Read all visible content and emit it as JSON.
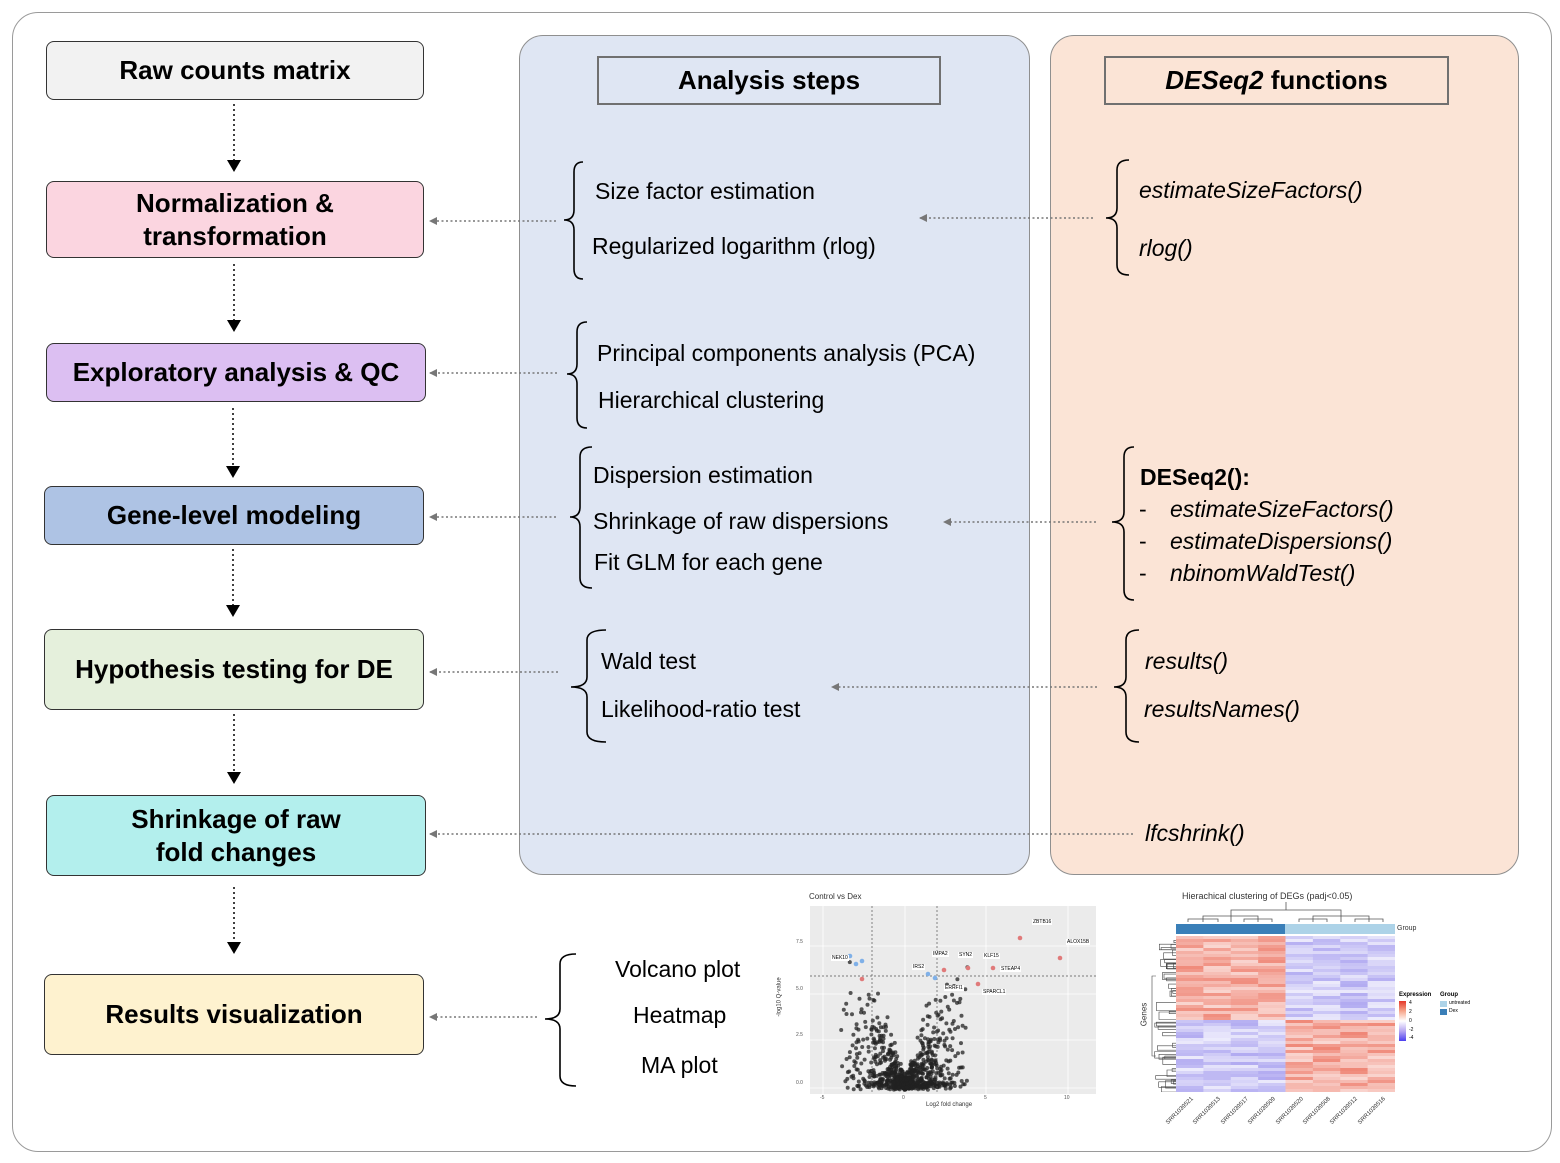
{
  "colors": {
    "raw": "#f2f2f2",
    "normalization": "#fbd5e0",
    "exploratory": "#dcbff2",
    "modeling": "#aec3e4",
    "hypothesis": "#e5f0dc",
    "shrinkage": "#b3efed",
    "results": "#fef2cf",
    "analysis_panel": "#dfe6f3",
    "functions_panel": "#fbe4d6"
  },
  "workflow_steps": [
    {
      "label": "Raw counts matrix"
    },
    {
      "label": "Normalization & transformation"
    },
    {
      "label": "Exploratory analysis & QC"
    },
    {
      "label": "Gene-level modeling"
    },
    {
      "label": "Hypothesis testing for DE"
    },
    {
      "label": "Shrinkage of raw fold changes"
    },
    {
      "label": "Results visualization"
    }
  ],
  "analysis_panel": {
    "title": "Analysis steps",
    "groups": [
      [
        "Size factor estimation",
        "Regularized logarithm (rlog)"
      ],
      [
        "Principal components analysis (PCA)",
        "Hierarchical clustering"
      ],
      [
        "Dispersion estimation",
        "Shrinkage of raw dispersions",
        "Fit GLM for each gene"
      ],
      [
        "Wald test",
        "Likelihood-ratio test"
      ]
    ]
  },
  "functions_panel": {
    "title_italic": "DESeq2",
    "title_rest": " functions",
    "group1": [
      "estimateSizeFactors()",
      "rlog()"
    ],
    "group2_header": "DESeq2():",
    "group2_dash": "-",
    "group2": [
      "estimateSizeFactors()",
      "estimateDispersions()",
      "nbinomWaldTest()"
    ],
    "group3": [
      "results()",
      "resultsNames()"
    ],
    "lfc": "lfcshrink()"
  },
  "visualization_list": [
    "Volcano plot",
    "Heatmap",
    "MA plot"
  ],
  "volcano_plot": {
    "title": "Control vs Dex",
    "xlabel": "Log2 fold change",
    "ylabel": "-log10 Q-value",
    "xticks": [
      "-5",
      "0",
      "5",
      "10"
    ],
    "yticks": [
      "0.0",
      "2.5",
      "5.0",
      "7.5"
    ],
    "gene_labels": [
      "ZBTB16",
      "ALOX15B",
      "NEK10",
      "IMPA2",
      "SYN2",
      "KLF15",
      "IRS2",
      "STEAP4",
      "ERRFI1",
      "SPARCL1"
    ]
  },
  "heatmap": {
    "title": "Hierachical clustering of DEGs (padj<0.05)",
    "ylabel": "Genes",
    "group_label": "Group",
    "legend_expression_title": "Expression",
    "legend_expression_ticks": [
      "4",
      "2",
      "0",
      "-2",
      "-4"
    ],
    "legend_group_title": "Group",
    "legend_groups": [
      "untreated",
      "Dex"
    ],
    "samples": [
      "SRR1039521",
      "SRR1039513",
      "SRR1039517",
      "SRR1039509",
      "SRR1039520",
      "SRR1039508",
      "SRR1039512",
      "SRR1039516"
    ]
  }
}
